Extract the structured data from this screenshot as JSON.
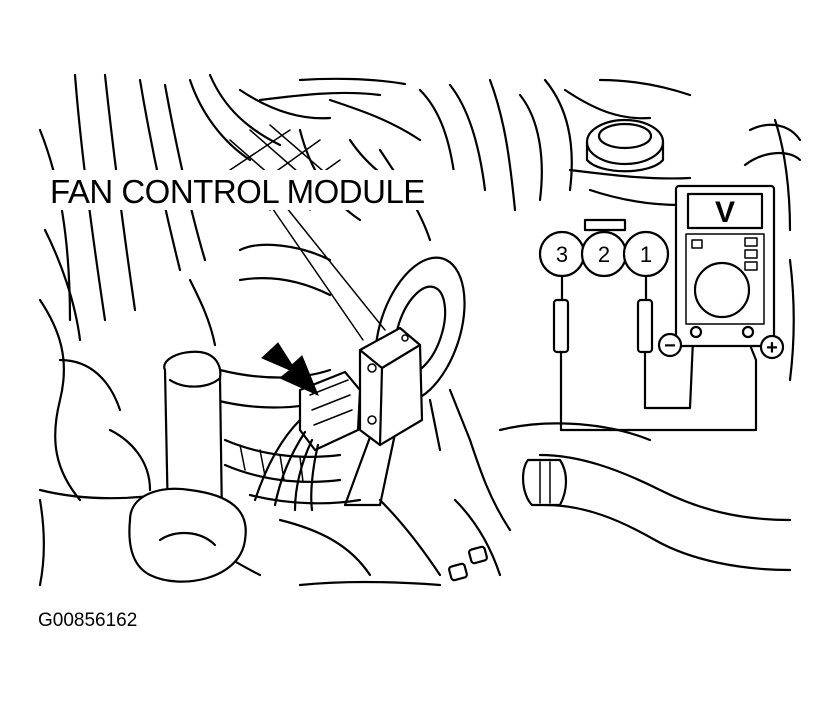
{
  "diagram": {
    "callout_label": "FAN CONTROL MODULE",
    "figure_code": "G00856162",
    "connector_pins": [
      "3",
      "2",
      "1"
    ],
    "meter": {
      "display": "V",
      "negative_terminal": "−",
      "positive_terminal": "+"
    },
    "colors": {
      "ink": "#000000",
      "paper": "#ffffff"
    }
  }
}
